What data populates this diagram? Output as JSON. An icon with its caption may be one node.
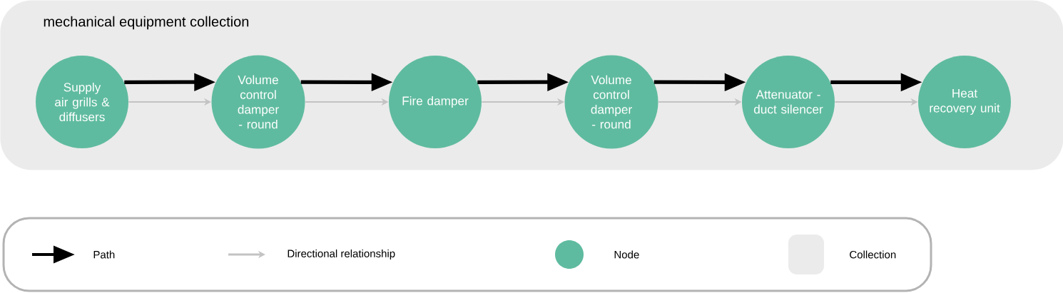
{
  "diagram": {
    "nodes": [
      {
        "text": [
          "mechanical equipment collection"
        ]
      },
      {
        "text": [
          "Supply air grills & diffusers"
        ],
        "in": 0
      },
      {
        "text": [
          "Volume control damper - round"
        ],
        "in": 0
      },
      {
        "text": [
          "Fire damper"
        ],
        "in": 0
      },
      {
        "text": [
          "Volume control damper - round"
        ],
        "in": 0
      },
      {
        "text": [
          "Attenuator - duct silencer"
        ],
        "in": 0
      },
      {
        "text": [
          "Heat recovery unit"
        ],
        "in": 0
      }
    ],
    "edges": [
      {
        "from": 1,
        "to": 2,
        "arrow": "to",
        "style": "thick"
      },
      {
        "from": 1,
        "to": 2,
        "arrow": "to",
        "color": "#c3c3c3"
      },
      {
        "from": 2,
        "to": 3,
        "arrow": "to",
        "style": "thick"
      },
      {
        "from": 2,
        "to": 3,
        "arrow": "to",
        "color": "#c3c3c3"
      },
      {
        "from": 3,
        "to": 4,
        "arrow": "to",
        "style": "thick"
      },
      {
        "from": 3,
        "to": 4,
        "arrow": "to",
        "color": "#c3c3c3"
      },
      {
        "from": 4,
        "to": 5,
        "arrow": "to",
        "style": "thick"
      },
      {
        "from": 4,
        "to": 5,
        "arrow": "to",
        "color": "#c3c3c3"
      },
      {
        "from": 5,
        "to": 6,
        "arrow": "to",
        "style": "thick"
      },
      {
        "from": 5,
        "to": 6,
        "arrow": "to",
        "color": "#c3c3c3"
      }
    ],
    "legend": [
      {
        "text": "Path"
      },
      {
        "text": "Directional relationship"
      },
      {
        "text": "Node",
        "color": "#5fbb9f"
      },
      {
        "text": "Collection",
        "color": "#ebebeb"
      }
    ]
  }
}
